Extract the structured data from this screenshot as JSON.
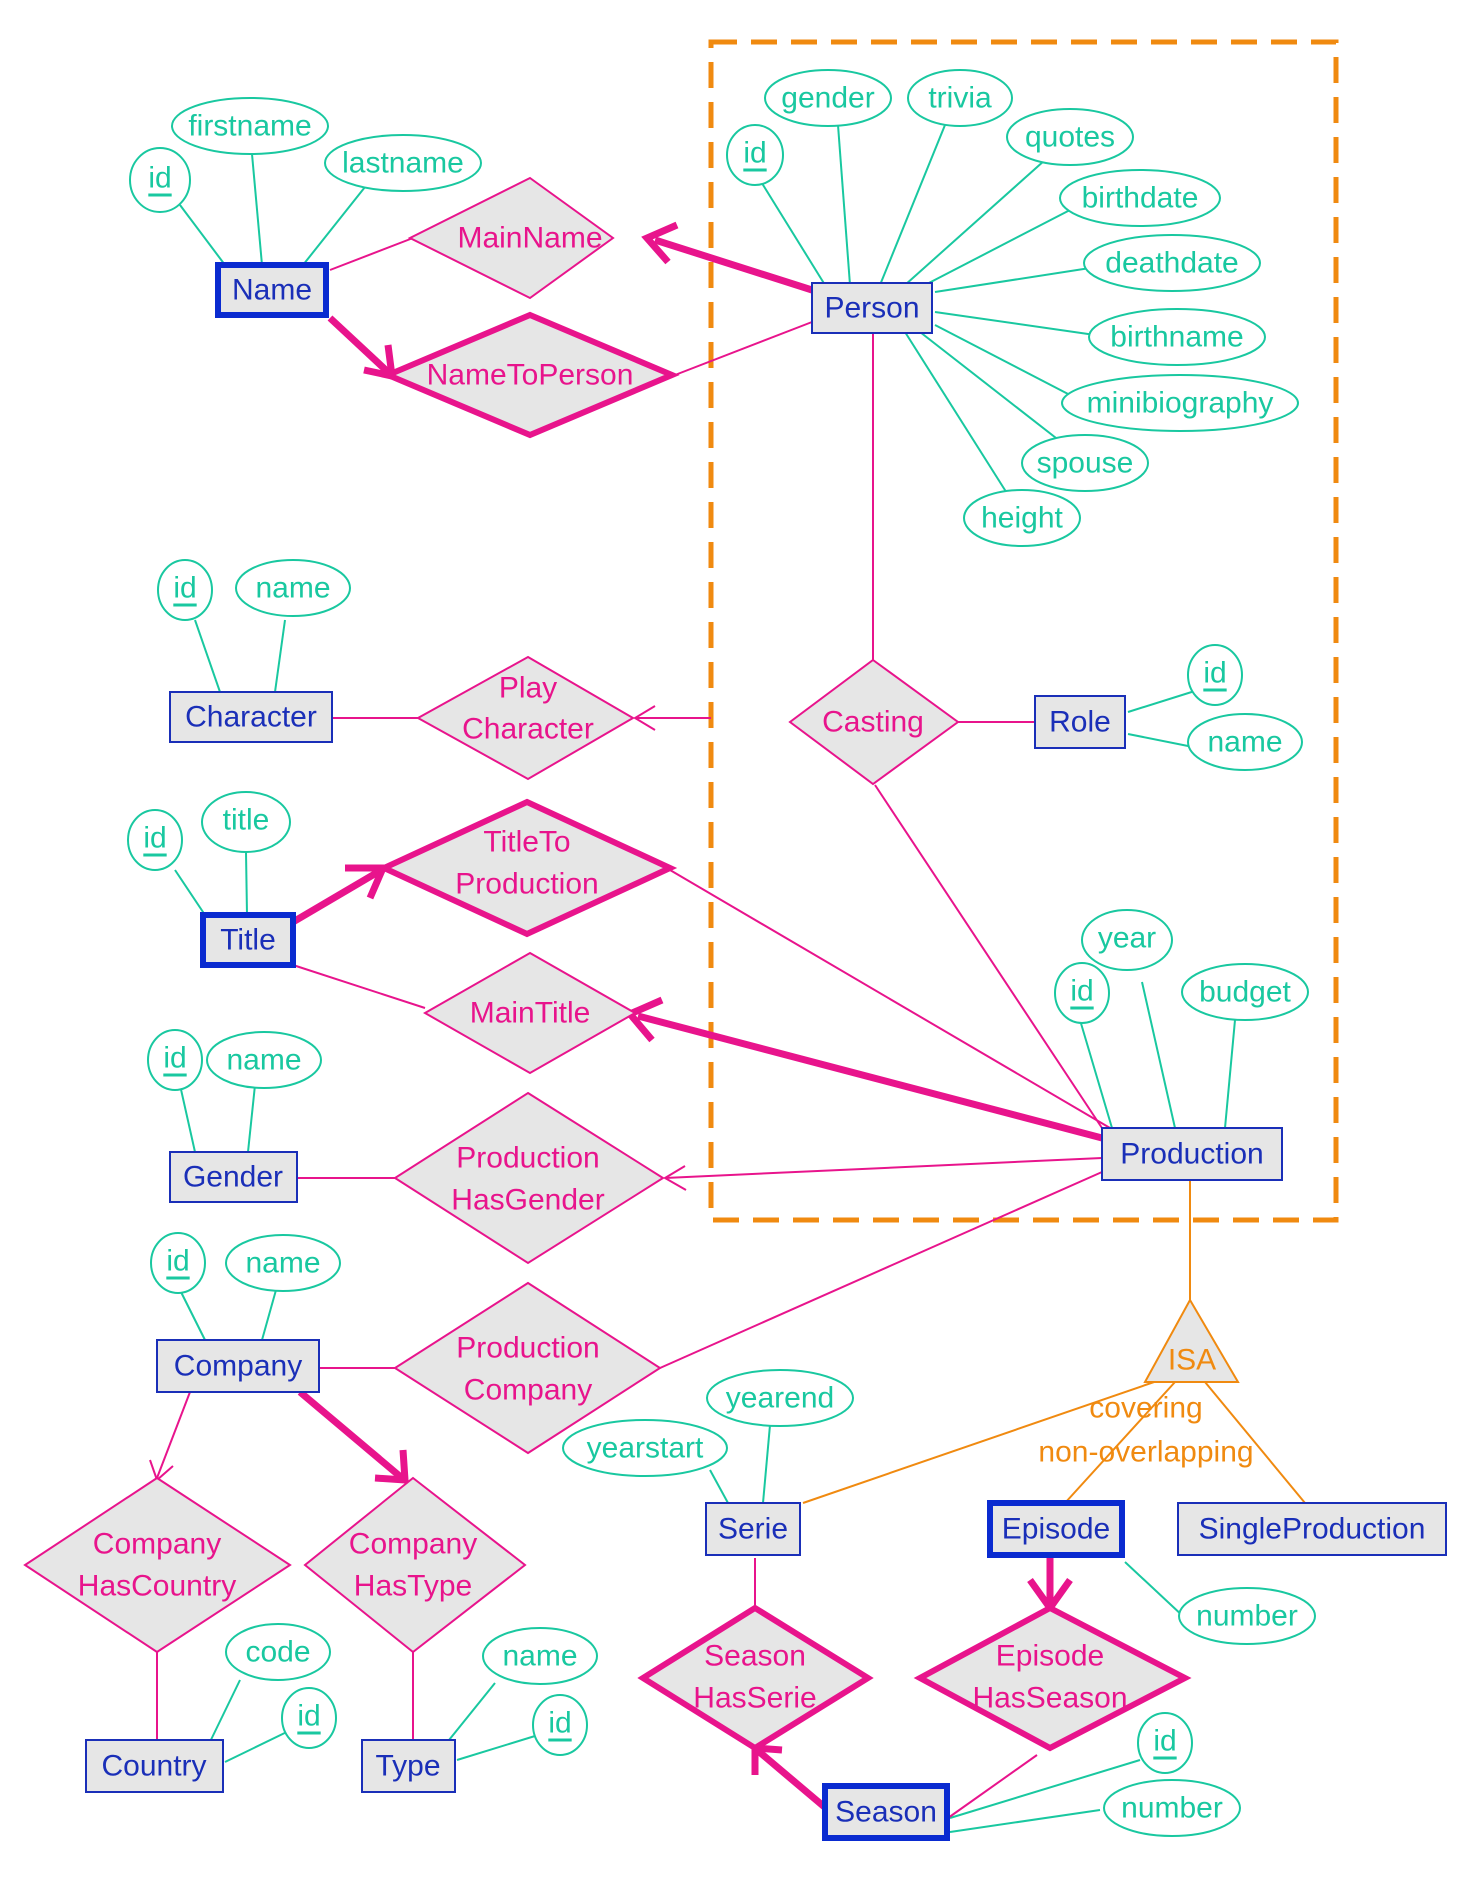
{
  "entities": {
    "name": "Name",
    "person": "Person",
    "character": "Character",
    "role": "Role",
    "title": "Title",
    "gender": "Gender",
    "production": "Production",
    "company": "Company",
    "country": "Country",
    "type": "Type",
    "serie": "Serie",
    "episode": "Episode",
    "single_production": "SingleProduction",
    "season": "Season"
  },
  "relationships": {
    "main_name": "MainName",
    "name_to_person": "NameToPerson",
    "play_character": [
      "Play",
      "Character"
    ],
    "casting": "Casting",
    "title_to_production": [
      "TitleTo",
      "Production"
    ],
    "main_title": "MainTitle",
    "production_has_gender": [
      "Production",
      "HasGender"
    ],
    "production_company": [
      "Production",
      "Company"
    ],
    "company_has_country": [
      "Company",
      "HasCountry"
    ],
    "company_has_type": [
      "Company",
      "HasType"
    ],
    "season_has_serie": [
      "Season",
      "HasSerie"
    ],
    "episode_has_season": [
      "Episode",
      "HasSeason"
    ]
  },
  "attributes": {
    "name_id": "id",
    "name_firstname": "firstname",
    "name_lastname": "lastname",
    "person_id": "id",
    "person_gender": "gender",
    "person_trivia": "trivia",
    "person_quotes": "quotes",
    "person_birthdate": "birthdate",
    "person_deathdate": "deathdate",
    "person_birthname": "birthname",
    "person_minibiography": "minibiography",
    "person_spouse": "spouse",
    "person_height": "height",
    "character_id": "id",
    "character_name": "name",
    "role_id": "id",
    "role_name": "name",
    "title_id": "id",
    "title_title": "title",
    "production_year": "year",
    "production_id": "id",
    "production_budget": "budget",
    "gender_id": "id",
    "gender_name": "name",
    "company_id": "id",
    "company_name": "name",
    "country_code": "code",
    "country_id": "id",
    "type_name": "name",
    "type_id": "id",
    "serie_yearend": "yearend",
    "serie_yearstart": "yearstart",
    "episode_number": "number",
    "season_id": "id",
    "season_number": "number"
  },
  "isa": {
    "label": "ISA",
    "constraint_line1": "covering",
    "constraint_line2": "non-overlapping"
  },
  "colors": {
    "entity": "#1a2fb8",
    "relationship": "#e8148c",
    "attribute": "#19c8a0",
    "isa": "#f08a10",
    "fill": "#e6e6e6"
  }
}
